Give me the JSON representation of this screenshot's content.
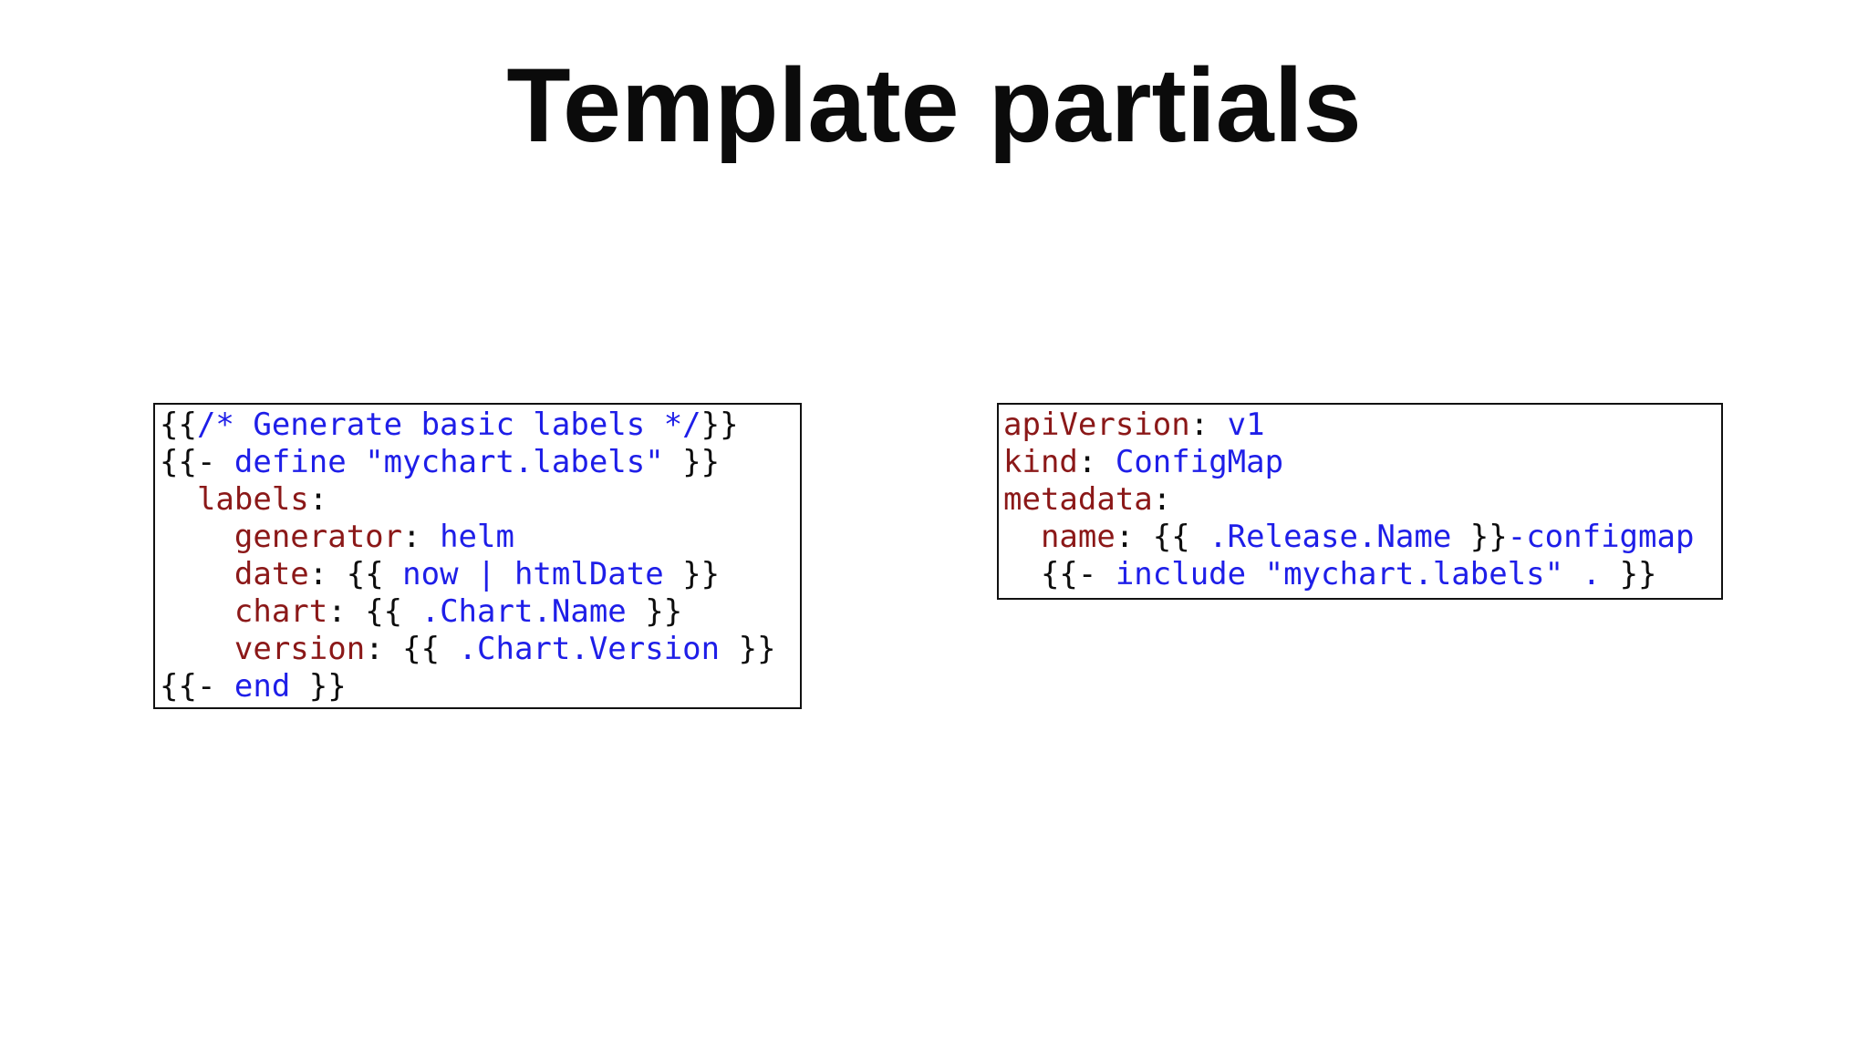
{
  "slide": {
    "title": "Template partials"
  },
  "colors": {
    "plain": "#0d0d0d",
    "key": "#8b1818",
    "value": "#1e1ee8"
  },
  "code_boxes": [
    {
      "name": "partial-definition",
      "lines": [
        [
          {
            "t": "{{",
            "c": "plain"
          },
          {
            "t": "/* Generate basic labels */",
            "c": "value"
          },
          {
            "t": "}}",
            "c": "plain"
          }
        ],
        [
          {
            "t": "{{- ",
            "c": "plain"
          },
          {
            "t": "define",
            "c": "value"
          },
          {
            "t": " ",
            "c": "plain"
          },
          {
            "t": "\"mychart.labels\"",
            "c": "value"
          },
          {
            "t": " }}",
            "c": "plain"
          }
        ],
        [
          {
            "t": "  ",
            "c": "plain"
          },
          {
            "t": "labels",
            "c": "key"
          },
          {
            "t": ":",
            "c": "plain"
          }
        ],
        [
          {
            "t": "    ",
            "c": "plain"
          },
          {
            "t": "generator",
            "c": "key"
          },
          {
            "t": ": ",
            "c": "plain"
          },
          {
            "t": "helm",
            "c": "value"
          }
        ],
        [
          {
            "t": "    ",
            "c": "plain"
          },
          {
            "t": "date",
            "c": "key"
          },
          {
            "t": ": {{ ",
            "c": "plain"
          },
          {
            "t": "now | htmlDate",
            "c": "value"
          },
          {
            "t": " }}",
            "c": "plain"
          }
        ],
        [
          {
            "t": "    ",
            "c": "plain"
          },
          {
            "t": "chart",
            "c": "key"
          },
          {
            "t": ": {{ ",
            "c": "plain"
          },
          {
            "t": ".Chart.Name",
            "c": "value"
          },
          {
            "t": " }}",
            "c": "plain"
          }
        ],
        [
          {
            "t": "    ",
            "c": "plain"
          },
          {
            "t": "version",
            "c": "key"
          },
          {
            "t": ": {{ ",
            "c": "plain"
          },
          {
            "t": ".Chart.Version",
            "c": "value"
          },
          {
            "t": " }}",
            "c": "plain"
          }
        ],
        [
          {
            "t": "{{- ",
            "c": "plain"
          },
          {
            "t": "end",
            "c": "value"
          },
          {
            "t": " }}",
            "c": "plain"
          }
        ]
      ]
    },
    {
      "name": "configmap-include",
      "lines": [
        [
          {
            "t": "apiVersion",
            "c": "key"
          },
          {
            "t": ": ",
            "c": "plain"
          },
          {
            "t": "v1",
            "c": "value"
          }
        ],
        [
          {
            "t": "kind",
            "c": "key"
          },
          {
            "t": ": ",
            "c": "plain"
          },
          {
            "t": "ConfigMap",
            "c": "value"
          }
        ],
        [
          {
            "t": "metadata",
            "c": "key"
          },
          {
            "t": ":",
            "c": "plain"
          }
        ],
        [
          {
            "t": "  ",
            "c": "plain"
          },
          {
            "t": "name",
            "c": "key"
          },
          {
            "t": ": {{ ",
            "c": "plain"
          },
          {
            "t": ".Release.Name",
            "c": "value"
          },
          {
            "t": " }}",
            "c": "plain"
          },
          {
            "t": "-configmap",
            "c": "value"
          }
        ],
        [
          {
            "t": "  {{- ",
            "c": "plain"
          },
          {
            "t": "include",
            "c": "value"
          },
          {
            "t": " ",
            "c": "plain"
          },
          {
            "t": "\"mychart.labels\"",
            "c": "value"
          },
          {
            "t": " ",
            "c": "plain"
          },
          {
            "t": ".",
            "c": "value"
          },
          {
            "t": " }}",
            "c": "plain"
          }
        ]
      ]
    }
  ]
}
